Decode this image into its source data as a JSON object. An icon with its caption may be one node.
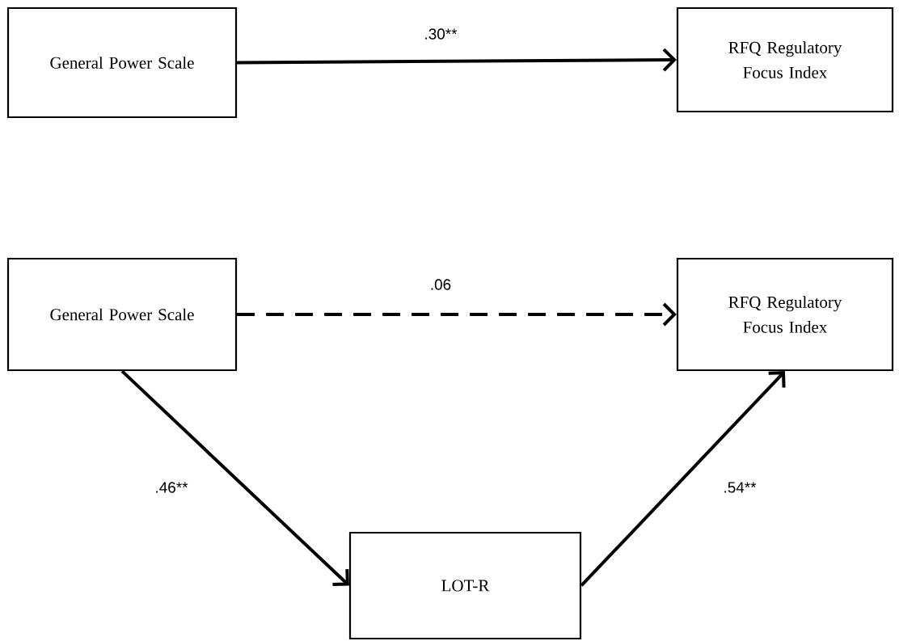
{
  "diagram": {
    "nodes": [
      {
        "text": [
          "General Power Scale"
        ]
      },
      {
        "text": [
          "RFQ Regulatory Focus Index"
        ]
      },
      {
        "text": [
          "General Power Scale"
        ]
      },
      {
        "text": [
          "RFQ Regulatory Focus Index"
        ]
      },
      {
        "text": [
          "LOT-R"
        ]
      }
    ],
    "edges": [
      {
        "from": 0,
        "to": 1,
        "arrow": "to",
        "label": ".30**"
      },
      {
        "from": 2,
        "to": 3,
        "arrow": "to",
        "label": ".06",
        "style": "dashed"
      },
      {
        "from": 2,
        "to": 4,
        "arrow": "to",
        "label": ".46**"
      },
      {
        "from": 4,
        "to": 3,
        "arrow": "to",
        "label": ".54**"
      }
    ]
  }
}
